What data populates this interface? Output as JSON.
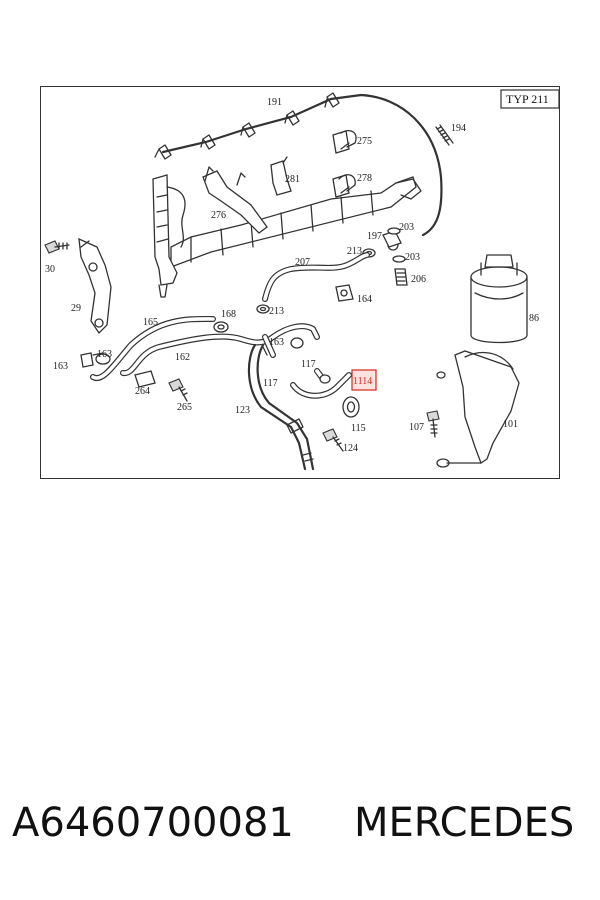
{
  "diagram": {
    "type_label": "TYP 211",
    "highlighted_label": "1114",
    "labels": {
      "l191": "191",
      "l275": "275",
      "l194": "194",
      "l281": "281",
      "l278": "278",
      "l276": "276",
      "l203a": "203",
      "l197": "197",
      "l203b": "203",
      "l213a": "213",
      "l30": "30",
      "l207": "207",
      "l206": "206",
      "l164": "164",
      "l29": "29",
      "l165": "165",
      "l168": "168",
      "l213b": "213",
      "l86": "86",
      "l163a": "163",
      "l163b": "163",
      "l162": "162",
      "l163c": "163",
      "l117a": "117",
      "l117b": "117",
      "l264": "264",
      "l265": "265",
      "l123": "123",
      "l115": "115",
      "l107": "107",
      "l101": "101",
      "l124": "124"
    }
  },
  "caption": {
    "part_number": "A6460700081",
    "brand": "MERCEDES"
  }
}
